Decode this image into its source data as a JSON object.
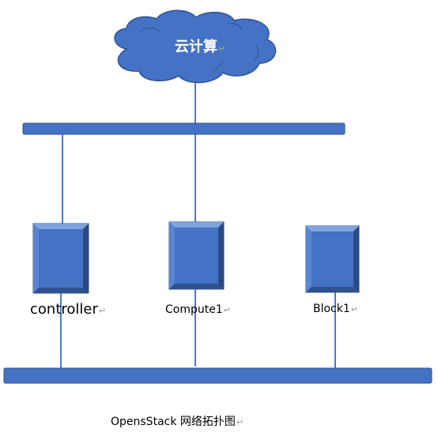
{
  "colors": {
    "node_fill": "#4472c4",
    "node_stroke": "#2f528f",
    "node_dark": "#2b4a84",
    "bevel_light": "#7fa3de",
    "bevel_mid": "#5a85cf",
    "line": "#4a7bd0",
    "text": "#000000",
    "mark": "#9a9a9a",
    "cloud_text": "#ffffff"
  },
  "cloud": {
    "label": "云计算",
    "icon": "cloud-icon"
  },
  "nodes": [
    {
      "id": "controller",
      "label": "controller",
      "icon": "server-icon"
    },
    {
      "id": "compute1",
      "label": "Compute1",
      "icon": "server-icon"
    },
    {
      "id": "block1",
      "label": "Block1",
      "icon": "server-icon"
    }
  ],
  "paragraph_mark": "↵",
  "caption": "OpensStack 网络拓扑图"
}
